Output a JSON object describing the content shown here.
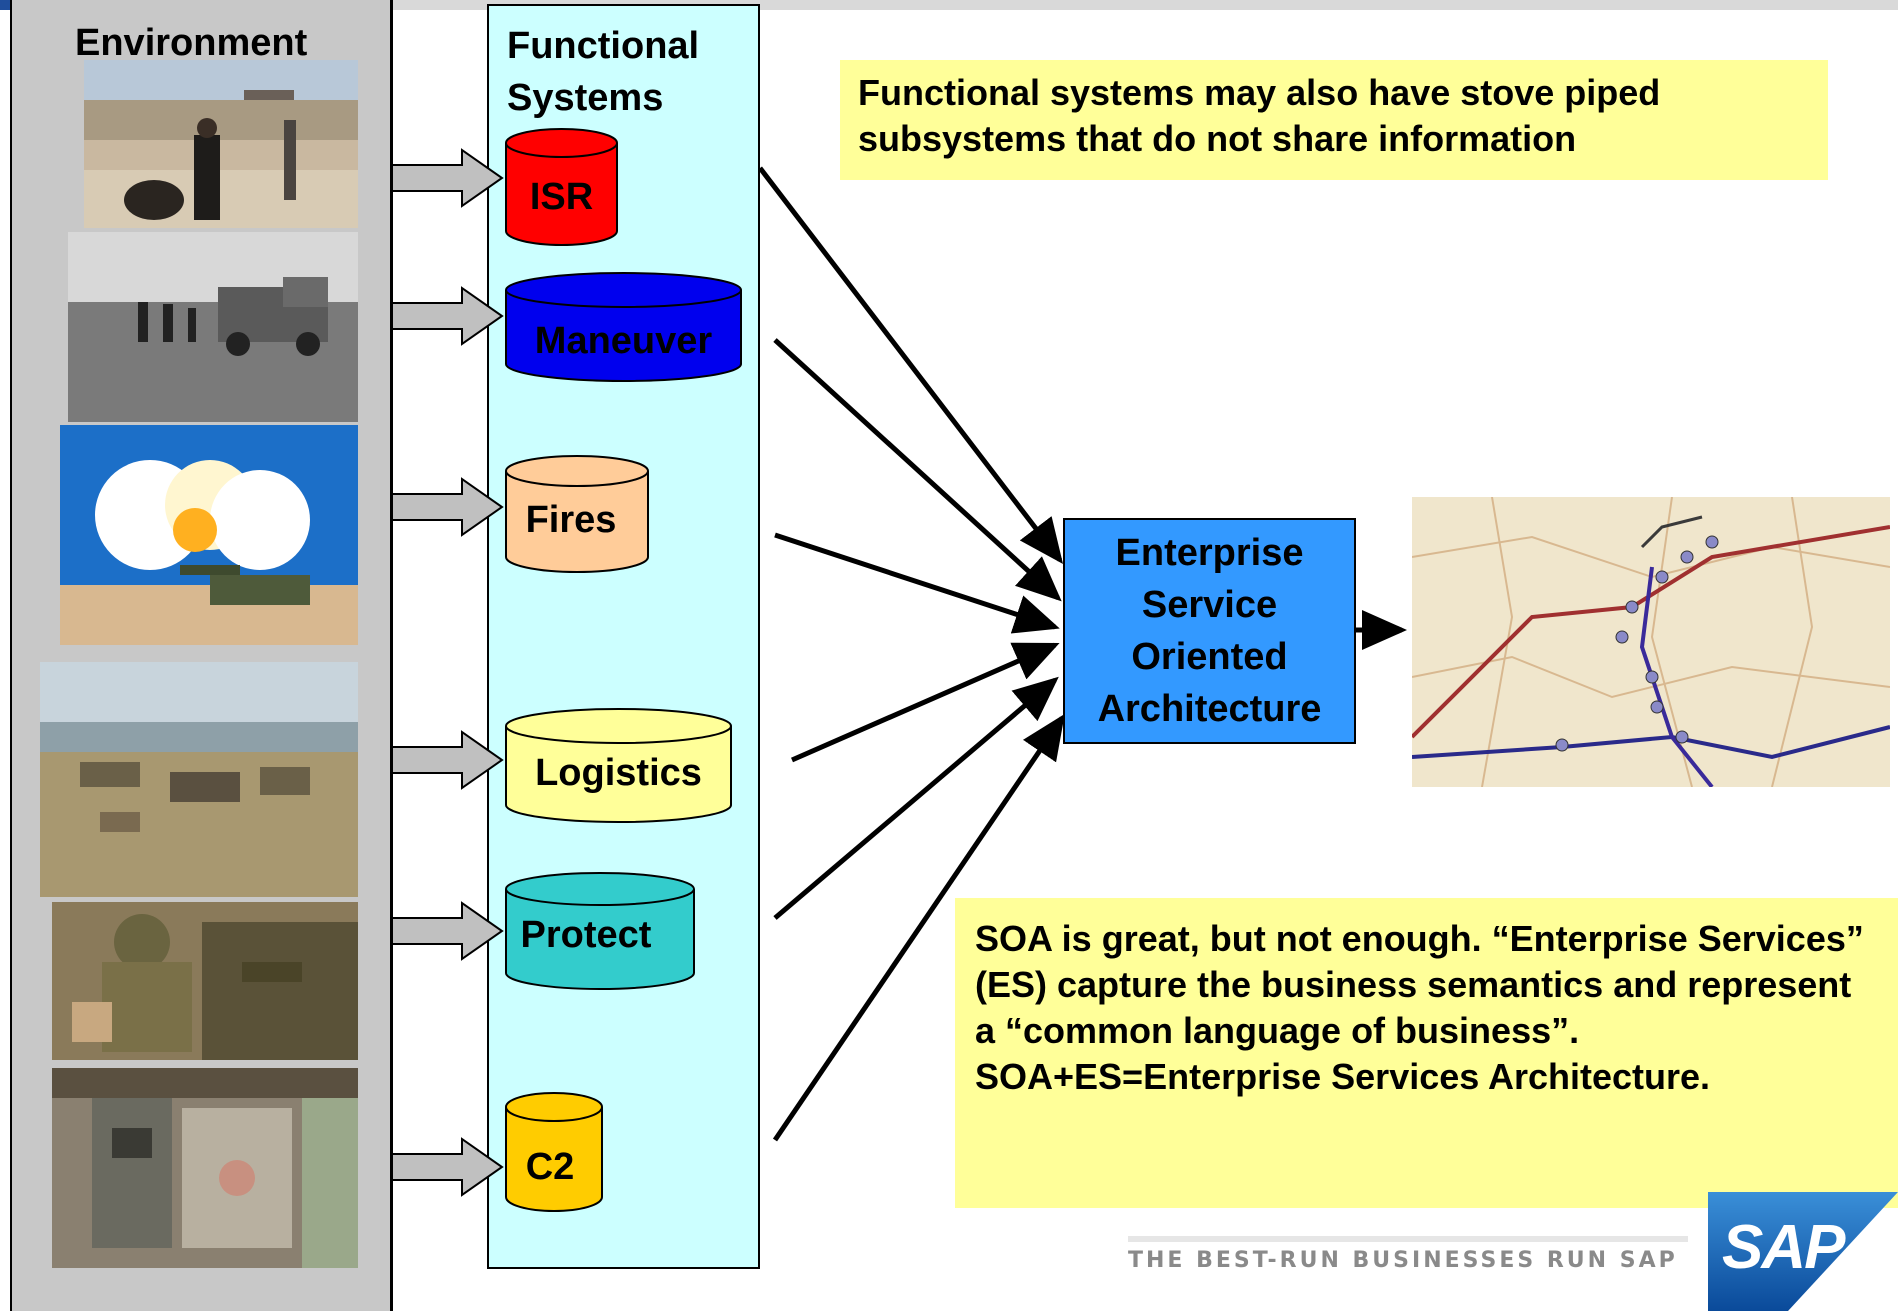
{
  "environment": {
    "title": "Environment",
    "photos": [
      "soldiers-firing-photo",
      "convoy-photo",
      "artillery-explosion-photo",
      "encampment-photo",
      "soldier-camouflage-photo",
      "command-vehicle-photo"
    ]
  },
  "functional_systems": {
    "title_line1": "Functional",
    "title_line2": "Systems",
    "systems": [
      {
        "label": "ISR",
        "color": "#ff0000"
      },
      {
        "label": "Maneuver",
        "color": "#0000ee"
      },
      {
        "label": "Fires",
        "color": "#ffcc99"
      },
      {
        "label": "Logistics",
        "color": "#ffff99"
      },
      {
        "label": "Protect",
        "color": "#33cccc"
      },
      {
        "label": "C2",
        "color": "#ffcc00"
      }
    ]
  },
  "notes": {
    "top": "Functional systems may also have stove piped subsystems that do not share information",
    "bottom": "SOA is great, but not enough. “Enterprise Services” (ES) capture the business semantics and represent a “common language of business”. SOA+ES=Enterprise Services Architecture."
  },
  "hub": {
    "line1": "Enterprise",
    "line2": "Service",
    "line3": "Oriented",
    "line4": "Architecture",
    "color": "#3399ff"
  },
  "branding": {
    "tagline": "THE BEST-RUN BUSINESSES RUN SAP",
    "logo_text": "SAP"
  }
}
